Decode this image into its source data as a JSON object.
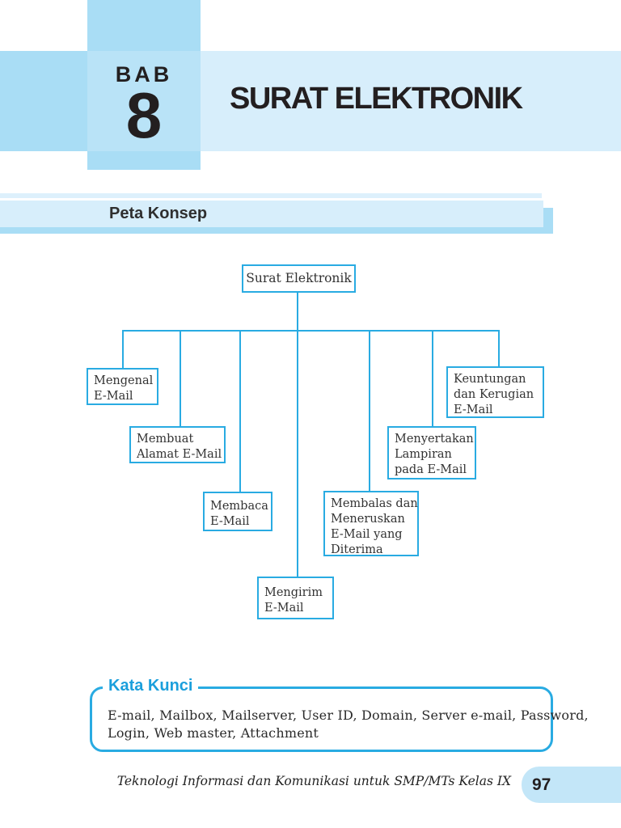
{
  "header": {
    "chapter_label": "BAB",
    "chapter_number": "8",
    "title": "SURAT ELEKTRONIK"
  },
  "peta_konsep": {
    "heading": "Peta Konsep"
  },
  "concept_map": {
    "root": "Surat Elektronik",
    "nodes": [
      {
        "id": "mengenal-email",
        "lines": [
          "Mengenal",
          "E-Mail"
        ]
      },
      {
        "id": "membuat-alamat-email",
        "lines": [
          "Membuat",
          "Alamat E-Mail"
        ]
      },
      {
        "id": "membaca-email",
        "lines": [
          "Membaca",
          "E-Mail"
        ]
      },
      {
        "id": "mengirim-email",
        "lines": [
          "Mengirim",
          "E-Mail"
        ]
      },
      {
        "id": "membalas-meneruskan",
        "lines": [
          "Membalas dan",
          "Meneruskan",
          "E-Mail yang",
          "Diterima"
        ]
      },
      {
        "id": "menyertakan-lampiran",
        "lines": [
          "Menyertakan",
          "Lampiran",
          "pada E-Mail"
        ]
      },
      {
        "id": "keuntungan-kerugian",
        "lines": [
          "Keuntungan",
          "dan Kerugian",
          "E-Mail"
        ]
      }
    ]
  },
  "kata_kunci": {
    "heading": "Kata Kunci",
    "line1": "E-mail, Mailbox, Mailserver, User ID, Domain, Server e-mail, Password,",
    "line2": "Login, Web master, Attachment"
  },
  "footer": {
    "book_title": "Teknologi Informasi dan Komunikasi untuk SMP/MTs Kelas IX",
    "page_number": "97"
  },
  "colors": {
    "accent_cyan": "#29abe2",
    "band_light": "#d7eefb",
    "band_medium": "#a9ddf5",
    "heading_blue": "#1b9fdc",
    "pill_blue": "#c3e6f8"
  }
}
